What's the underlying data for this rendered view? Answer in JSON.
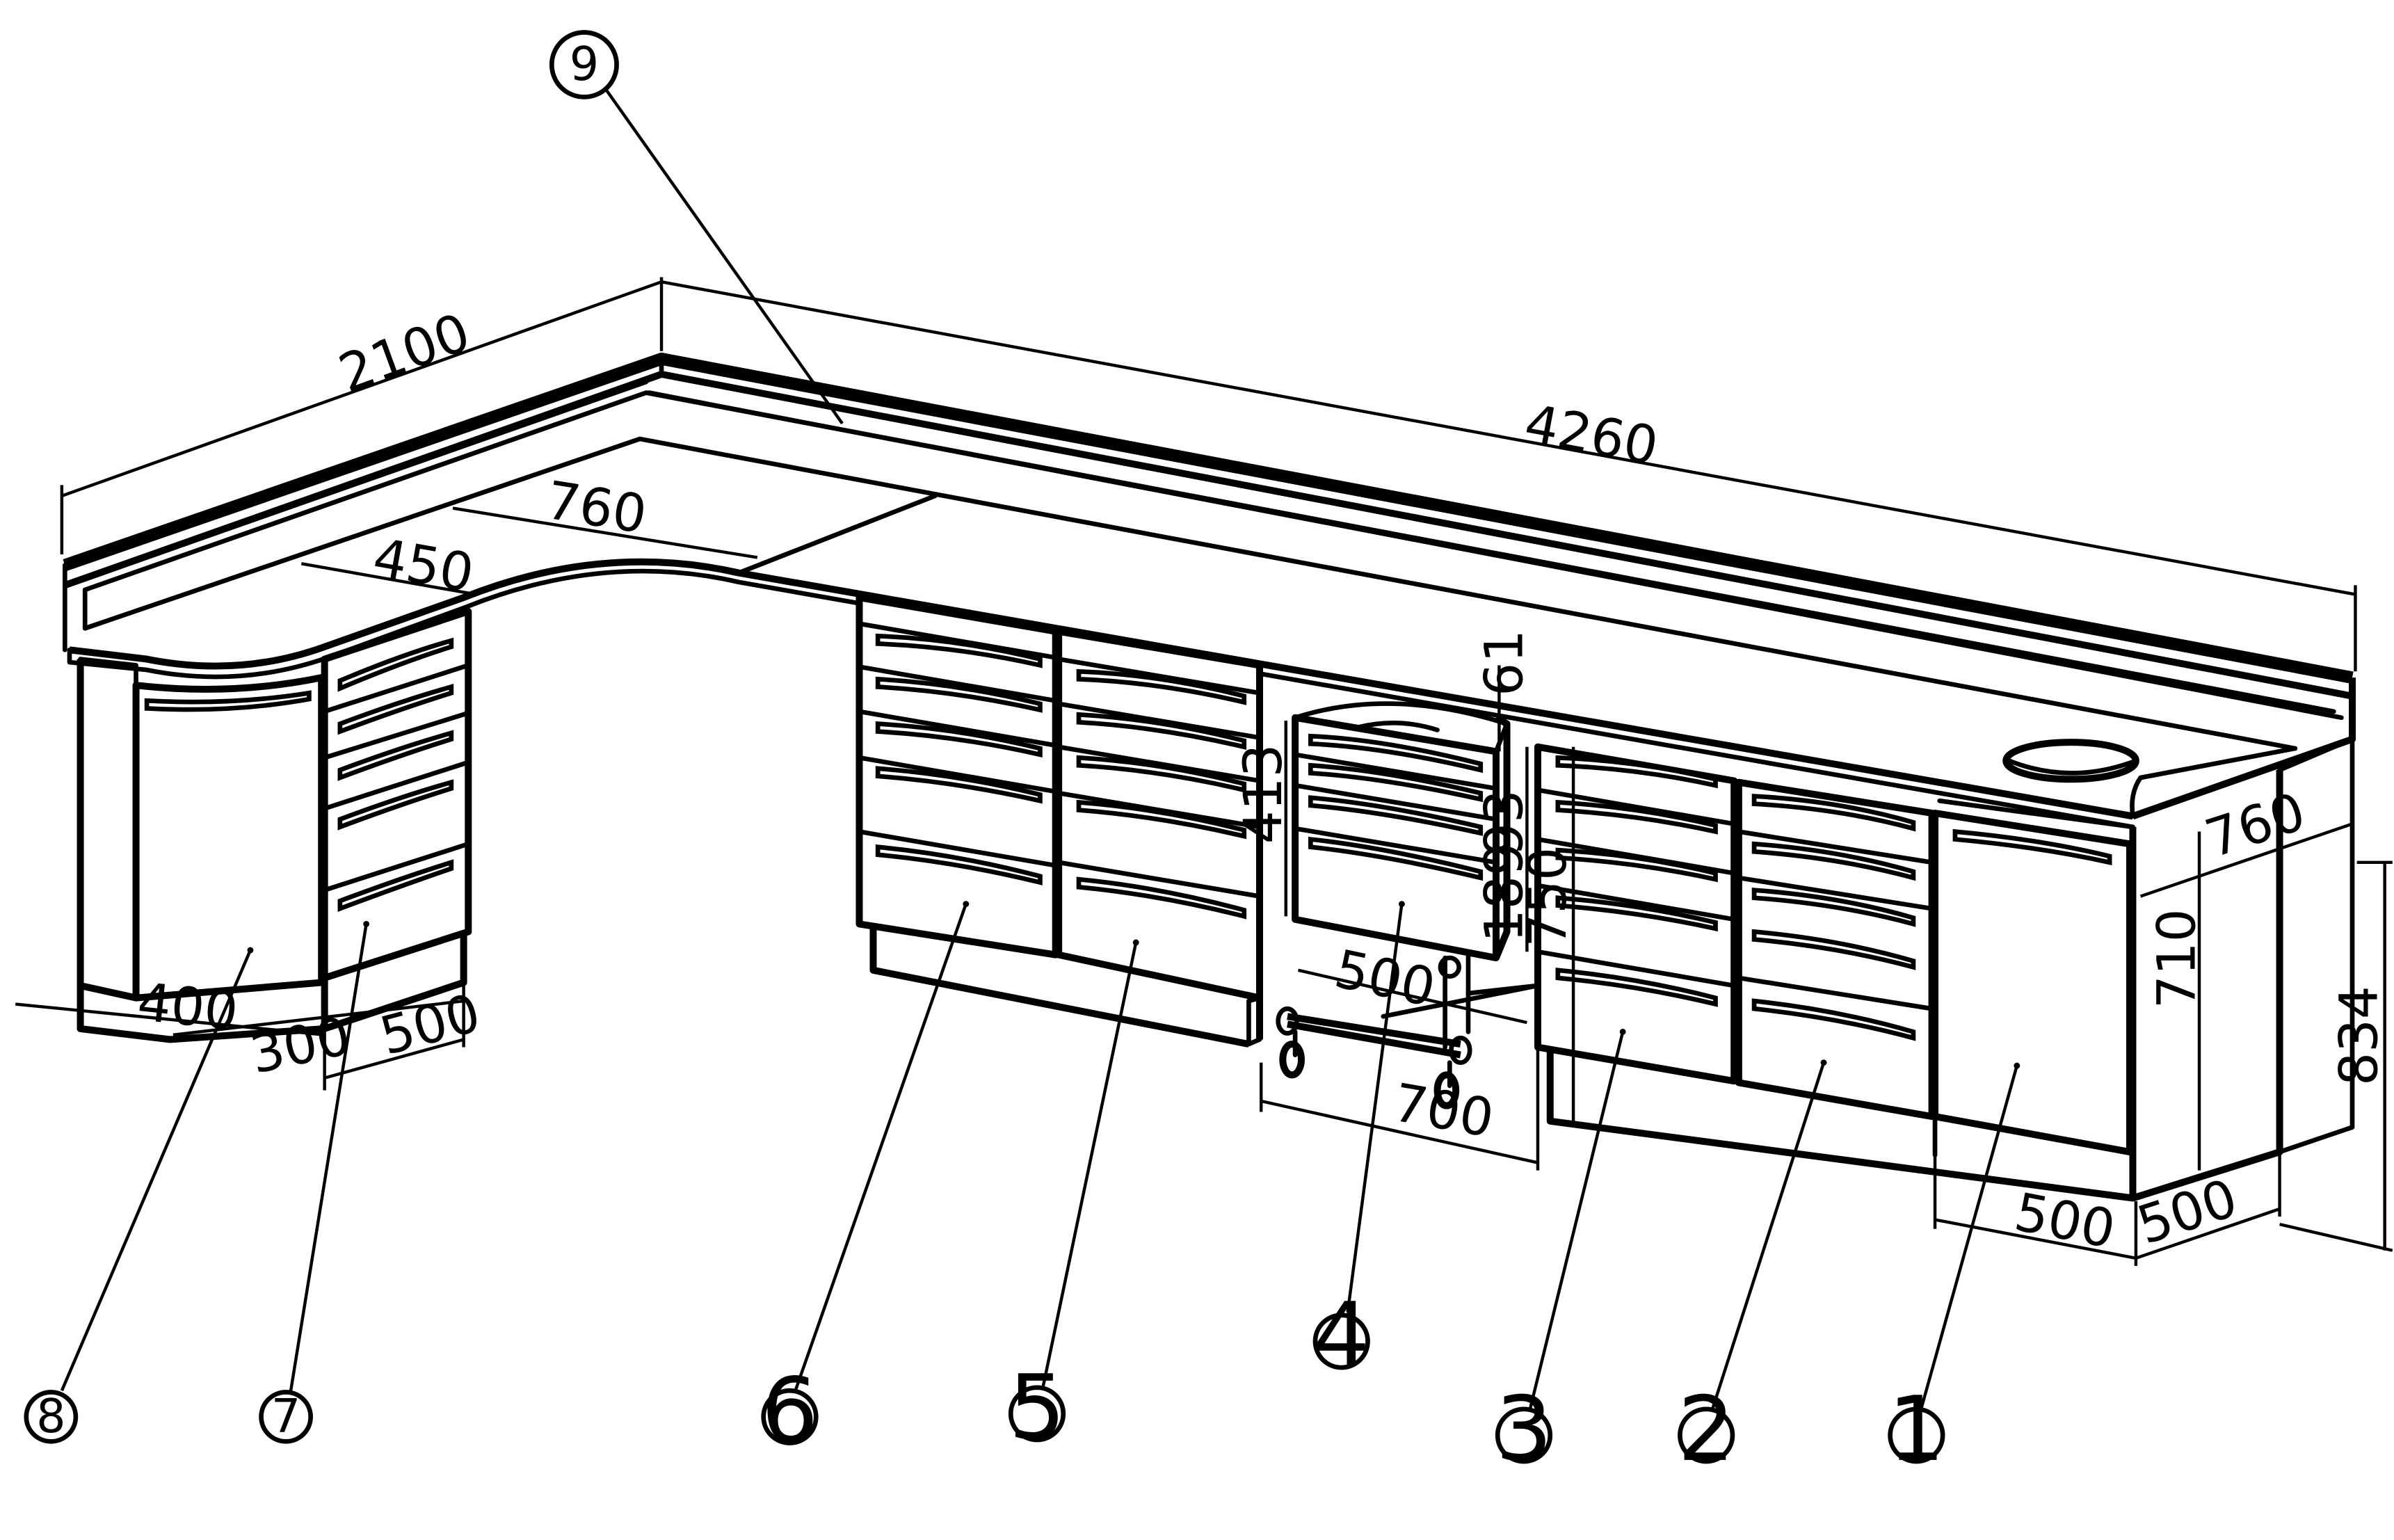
{
  "diagram": {
    "dimensions": {
      "d2100": "2100",
      "d4260": "4260",
      "d760_top": "760",
      "d450": "450",
      "d760_right": "760",
      "d710": "710",
      "d834": "834",
      "d500_right1": "500",
      "d500_right2": "500",
      "d61": "61",
      "d413": "413",
      "d93": "93",
      "d189": "189",
      "d750": "750",
      "d500_trolley": "500",
      "d700": "700",
      "d400": "400",
      "d300": "300",
      "d500_left": "500"
    },
    "callouts": {
      "c1": "1",
      "c2": "2",
      "c3": "3",
      "c4": "4",
      "c5": "5",
      "c6": "6",
      "c7": "7",
      "c8": "8",
      "c9": "9"
    }
  }
}
